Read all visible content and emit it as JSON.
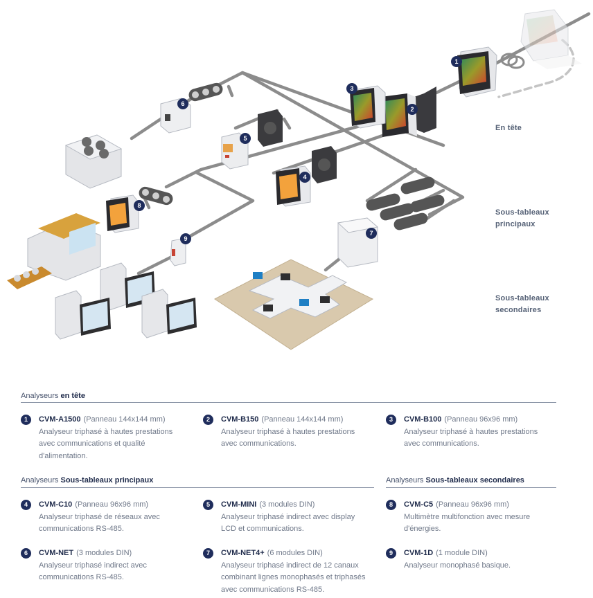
{
  "levels": {
    "head": "En tête",
    "main_1": "Sous-tableaux",
    "main_2": "principaux",
    "sec_1": "Sous-tableaux",
    "sec_2": "secondaires"
  },
  "sections": {
    "head": {
      "prefix": "Analyseurs",
      "bold": "en tête"
    },
    "main": {
      "prefix": "Analyseurs",
      "bold": "Sous-tableaux principaux"
    },
    "secondary": {
      "prefix": "Analyseurs",
      "bold": "Sous-tableaux secondaires"
    }
  },
  "items": [
    {
      "num": "1",
      "model": "CVM-A1500",
      "spec": "(Panneau 144x144 mm)",
      "desc": "Analyseur triphasé à hautes prestations avec communications et qualité d'alimentation."
    },
    {
      "num": "2",
      "model": "CVM-B150",
      "spec": "(Panneau 144x144 mm)",
      "desc": "Analyseur triphasé à hautes prestations avec communications."
    },
    {
      "num": "3",
      "model": "CVM-B100",
      "spec": "(Panneau 96x96 mm)",
      "desc": "Analyseur triphasé à hautes prestations avec communications."
    },
    {
      "num": "4",
      "model": "CVM-C10",
      "spec": "(Panneau 96x96 mm)",
      "desc": "Analyseur triphasé de réseaux avec communications RS-485."
    },
    {
      "num": "5",
      "model": "CVM-MINI",
      "spec": "(3 modules DIN)",
      "desc": "Analyseur triphasé indirect avec display LCD et communications."
    },
    {
      "num": "6",
      "model": "CVM-NET",
      "spec": "(3 modules DIN)",
      "desc": "Analyseur triphasé indirect avec communications RS-485."
    },
    {
      "num": "7",
      "model": "CVM-NET4+",
      "spec": "(6 modules DIN)",
      "desc": "Analyseur triphasé indirect de 12 canaux combinant lignes monophasés et triphasés avec communications RS-485."
    },
    {
      "num": "8",
      "model": "CVM-C5",
      "spec": "(Panneau 96x96 mm)",
      "desc": "Multimètre multifonction avec mesure d'énergies."
    },
    {
      "num": "9",
      "model": "CVM-1D",
      "spec": "(1 module DIN)",
      "desc": "Analyseur monophasé basique."
    }
  ],
  "colors": {
    "badge": "#1f2d5c",
    "cable": "#8c8c8c",
    "screen_color": "#d9a441",
    "device": "#f1f2f4"
  }
}
